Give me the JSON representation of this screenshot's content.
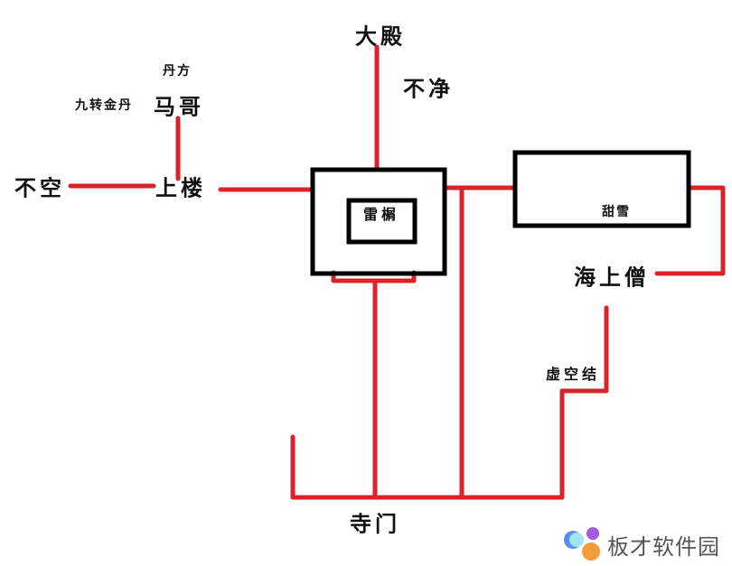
{
  "colors": {
    "path": "#d9222a",
    "room": "#000000"
  },
  "nodes": {
    "dadian": "大殿",
    "bujing": "不净",
    "danfang": "丹方",
    "jiuzhuan": "九转金丹",
    "mage": "马哥",
    "bukong": "不空",
    "shanglou": "上楼",
    "leixie": "雷榍",
    "tianxue": "甜雪",
    "haishangseng": "海上僧",
    "xukongjie": "虚空结",
    "simen": "寺门"
  },
  "watermark": {
    "text": "板才软件园"
  }
}
